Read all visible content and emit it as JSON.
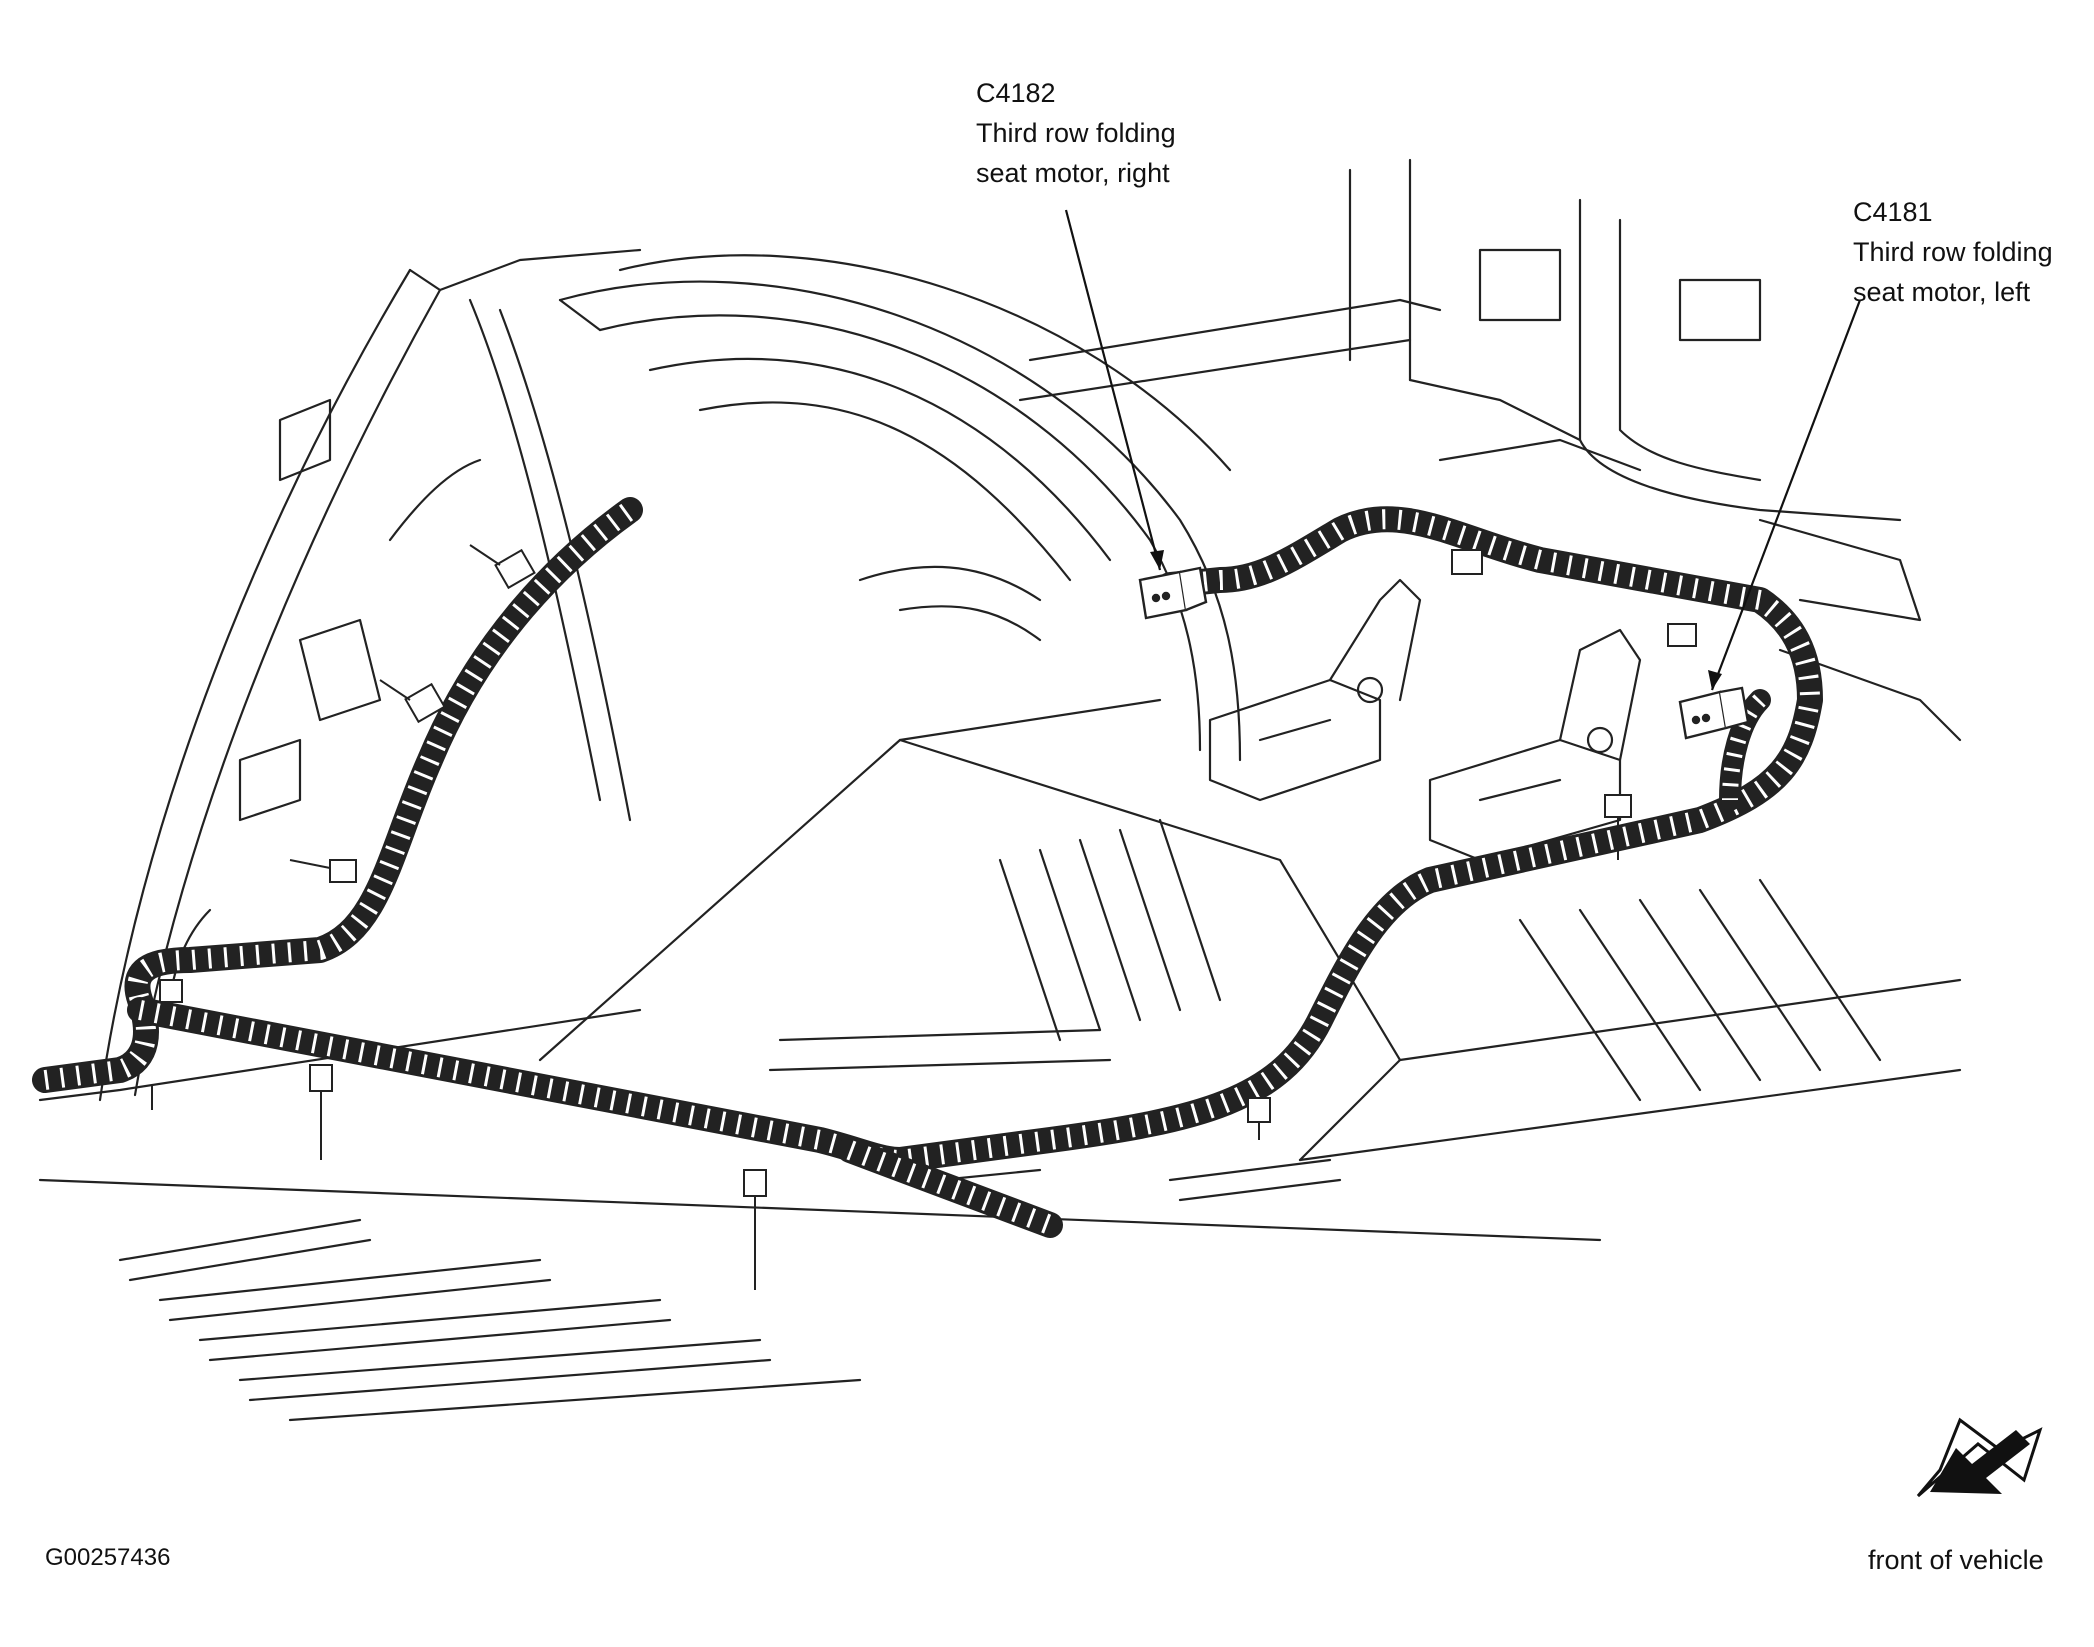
{
  "callouts": [
    {
      "connector": "C4182",
      "line1": "Third row folding",
      "line2": "seat motor, right"
    },
    {
      "connector": "C4181",
      "line1": "Third row folding",
      "line2": "seat motor, left"
    }
  ],
  "figure_id": "G00257436",
  "orientation": {
    "label": "front of vehicle",
    "icon": "front-direction-arrow-icon"
  }
}
